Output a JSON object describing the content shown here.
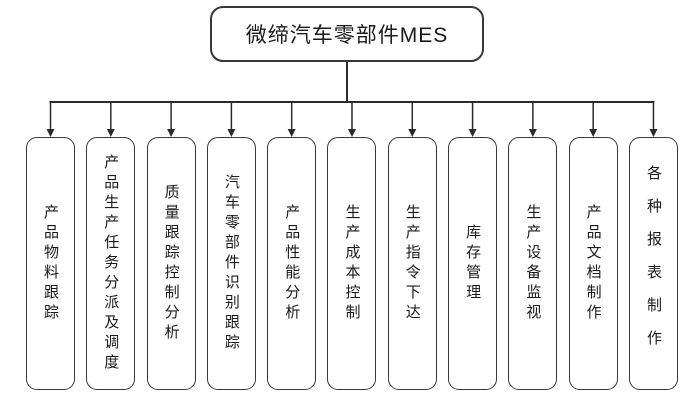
{
  "diagram": {
    "root": {
      "label": "微缔汽车零部件MES"
    },
    "children": [
      {
        "label": "产品物料跟踪"
      },
      {
        "label": "产品生产任务分派及调度"
      },
      {
        "label": "质量跟踪控制分析"
      },
      {
        "label": "汽车零部件识别跟踪"
      },
      {
        "label": "产品性能分析"
      },
      {
        "label": "生产成本控制"
      },
      {
        "label": "生产指令下达"
      },
      {
        "label": "库存管理"
      },
      {
        "label": "生产设备监视"
      },
      {
        "label": "产品文档制作"
      },
      {
        "label": "各种报表制作"
      }
    ],
    "colors": {
      "line": "#2b2b2b",
      "border": "#383838",
      "text": "#1a1a1a",
      "background": "#ffffff"
    }
  }
}
